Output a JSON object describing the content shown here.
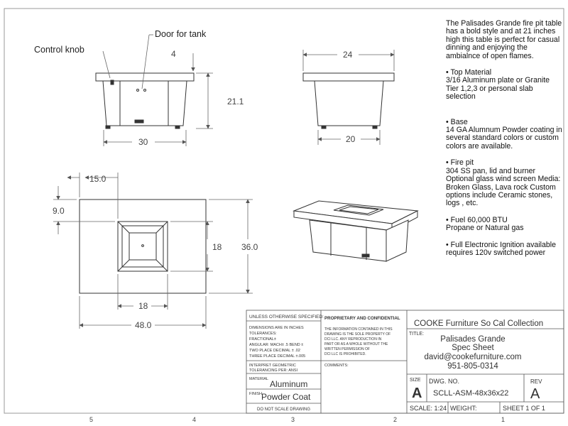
{
  "callouts": {
    "control_knob": "Control knob",
    "door_for_tank": "Door for tank"
  },
  "dimensions": {
    "front_top_thickness": "4",
    "front_height": "21.1",
    "front_base_width": "30",
    "side_top_width": "24",
    "side_base_width": "20",
    "plan_offset_x": "15.0",
    "plan_offset_y": "9.0",
    "plan_inner_height": "18",
    "plan_outer_height": "36.0",
    "plan_inner_width": "18",
    "plan_outer_width": "48.0"
  },
  "notes": {
    "intro": "The Palisades Grande fire pit table has a bold style and at 21 inches high this table is perfect for casual dinning and enjoying the ambialnce of open flames.",
    "top_title": "• Top Material",
    "top_body": "3/16 Aluminum plate or Granite Tier 1,2,3 or personal slab selection",
    "base_title": "• Base",
    "base_body": "14 GA Alumnum Powder coating in several standard colors or custom colors are available.",
    "firepit_title": "• Fire pit",
    "firepit_body": "304 SS pan, lid and burner Optional glass wind screen Media: Broken Glass, Lava rock Custom options include Ceramic stones, logs , etc.",
    "fuel_title": "• Fuel 60,000 BTU",
    "fuel_body": "Propane or Natural gas",
    "ignition_title": "•  Full Electronic Ignition available",
    "ignition_body": "requires 120v switched power"
  },
  "title_block": {
    "unless_specified": "UNLESS OTHERWISE SPECIFIED:",
    "dims_inches": "DIMENSIONS ARE IN INCHES",
    "tolerances": "TOLERANCES:",
    "fractional": "FRACTIONAL±",
    "angular": "ANGULAR: MACH± .5  BEND ±",
    "two_place": "TWO PLACE DECIMAL    ± .02",
    "three_place": "THREE PLACE DECIMAL  ±.005",
    "interpret_1": "INTERPRET GEOMETRIC",
    "interpret_2": "TOLERANCING PER: ANSI",
    "material_label": "MATERIAL",
    "material_value": "Aluminum",
    "finish_label": "FINISH",
    "finish_value": "Powder Coat",
    "do_not_scale": "DO NOT SCALE DRAWING",
    "proprietary_title": "PROPRIETARY AND CONFIDENTIAL",
    "prop_1": "THE INFORMATION CONTAINED IN THIS",
    "prop_2": "DRAWING IS THE SOLE PROPERTY OF",
    "prop_3": "DCI LLC.  ANY REPRODUCTION IN",
    "prop_4": "PART OR AS A WHOLE WITHOUT THE",
    "prop_5": "WRITTEN PERMISSION OF",
    "prop_6": "DCI LLC IS PROHIBITED.",
    "comments_label": "COMMENTS:",
    "company": "COOKE Furniture So Cal Collection",
    "title_label": "TITLE:",
    "title_line1": "Palisades Grande",
    "title_line2": "Spec Sheet",
    "email": "david@cookefurniture.com",
    "phone": "951-805-0314",
    "size_label": "SIZE",
    "size_value": "A",
    "dwg_label": "DWG.  NO.",
    "dwg_value": "SCLL-ASM-48x36x22",
    "rev_label": "REV",
    "rev_value": "A",
    "scale": "SCALE: 1:24",
    "weight": "WEIGHT:",
    "sheet": "SHEET 1 OF 1"
  },
  "zones": [
    "5",
    "4",
    "3",
    "2",
    "1"
  ]
}
